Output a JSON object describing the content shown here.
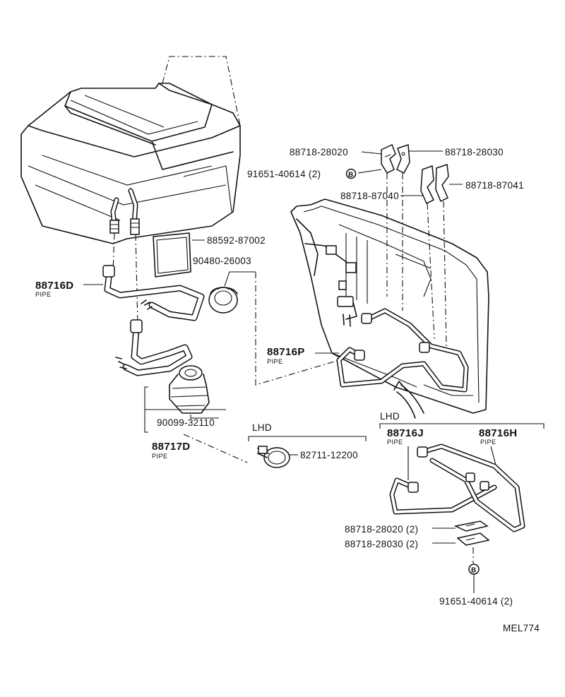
{
  "labels": {
    "p88718_28020": "88718-28020",
    "p88718_28030": "88718-28030",
    "p91651_40614_2": "91651-40614 (2)",
    "p88718_87040": "88718-87040",
    "p88718_87041": "88718-87041",
    "p88592_87002": "88592-87002",
    "p90480_26003": "90480-26003",
    "p88716D": "88716D",
    "p88716D_sub": "PIPE",
    "p88716P": "88716P",
    "p88716P_sub": "PIPE",
    "p90099_32110": "90099-32110",
    "p88717D": "88717D",
    "p88717D_sub": "PIPE",
    "lhd_left": "LHD",
    "p82711_12200": "82711-12200",
    "lhd_right": "LHD",
    "p88716J": "88716J",
    "p88716J_sub": "PIPE",
    "p88716H": "88716H",
    "p88716H_sub": "PIPE",
    "p88718_28020_2": "88718-28020 (2)",
    "p88718_28030_2": "88718-28030 (2)",
    "bolt_mark_top": "B",
    "bolt_mark_bottom": "B",
    "p91651_40614_2_bottom": "91651-40614 (2)",
    "drawing_code": "MEL774"
  }
}
